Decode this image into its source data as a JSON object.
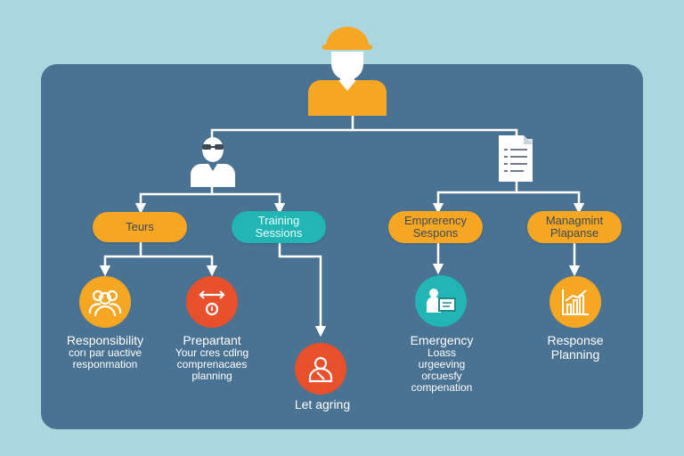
{
  "colors": {
    "background": "#a9d6df",
    "panel": "#4a7292",
    "orange": "#f5a623",
    "teal": "#21b5b4",
    "red": "#e8502c",
    "connector": "#ffffff"
  },
  "icons": {
    "root": "worker-hardhat-icon",
    "left_parent": "person-glasses-icon",
    "right_parent": "document-icon",
    "teams_child": "group-icon",
    "training_child": "tools-icon",
    "let_child": "person-icon",
    "emergency_child": "person-screen-icon",
    "response_child": "bar-chart-icon"
  },
  "pills": {
    "teams": [
      "Teurs"
    ],
    "training": [
      "Training",
      "Sessions"
    ],
    "emergency": [
      "Emprerency",
      "Sespons"
    ],
    "management": [
      "Managmint",
      "Plapanse"
    ]
  },
  "captions": {
    "responsibility": {
      "title": "Responsibility",
      "sub": [
        "corı par uactive",
        "responmation"
      ]
    },
    "preparedness": {
      "title": "Prepartant",
      "sub": [
        "Your cres cdlng",
        "comprenacaes",
        "planning"
      ]
    },
    "let_aging": {
      "title": "Let agring",
      "sub": []
    },
    "emergency": {
      "title": "Emergency",
      "sub": [
        "Loass",
        "urgeeving",
        "orcuesfy",
        "compenation"
      ]
    },
    "response": {
      "title": "Response",
      "sub": [
        "Planning"
      ]
    }
  }
}
